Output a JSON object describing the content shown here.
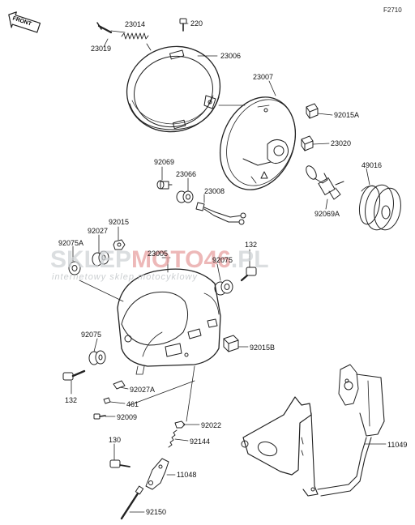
{
  "figure": {
    "code": "F2710",
    "front_label": "FRONT",
    "colors": {
      "line": "#222222",
      "watermark_gray": "#c8ccd0",
      "watermark_red": "#e8a1a1"
    }
  },
  "watermark": {
    "brand_part1": "SKLEP",
    "brand_part2": "MOTO46",
    "brand_part3": ".PL",
    "tagline": "internetowy sklep motocyklowy"
  },
  "parts": [
    {
      "id": "p23014",
      "label": "23014"
    },
    {
      "id": "p220",
      "label": "220"
    },
    {
      "id": "p23019",
      "label": "23019"
    },
    {
      "id": "p23006",
      "label": "23006"
    },
    {
      "id": "p23007",
      "label": "23007"
    },
    {
      "id": "p92015A",
      "label": "92015A"
    },
    {
      "id": "p23020",
      "label": "23020"
    },
    {
      "id": "p49016",
      "label": "49016"
    },
    {
      "id": "p92069",
      "label": "92069"
    },
    {
      "id": "p23066",
      "label": "23066"
    },
    {
      "id": "p23008",
      "label": "23008"
    },
    {
      "id": "p92069A",
      "label": "92069A"
    },
    {
      "id": "p92015",
      "label": "92015"
    },
    {
      "id": "p92027",
      "label": "92027"
    },
    {
      "id": "p92075A",
      "label": "92075A"
    },
    {
      "id": "p23005",
      "label": "23005"
    },
    {
      "id": "p132a",
      "label": "132"
    },
    {
      "id": "p92075a",
      "label": "92075"
    },
    {
      "id": "p92075b",
      "label": "92075"
    },
    {
      "id": "p92015B",
      "label": "92015B"
    },
    {
      "id": "p132b",
      "label": "132"
    },
    {
      "id": "p92027A",
      "label": "92027A"
    },
    {
      "id": "p461",
      "label": "461"
    },
    {
      "id": "p92009",
      "label": "92009"
    },
    {
      "id": "p92022",
      "label": "92022"
    },
    {
      "id": "p130",
      "label": "130"
    },
    {
      "id": "p92144",
      "label": "92144"
    },
    {
      "id": "p11049",
      "label": "11049"
    },
    {
      "id": "p11048",
      "label": "11048"
    },
    {
      "id": "p92150",
      "label": "92150"
    }
  ]
}
